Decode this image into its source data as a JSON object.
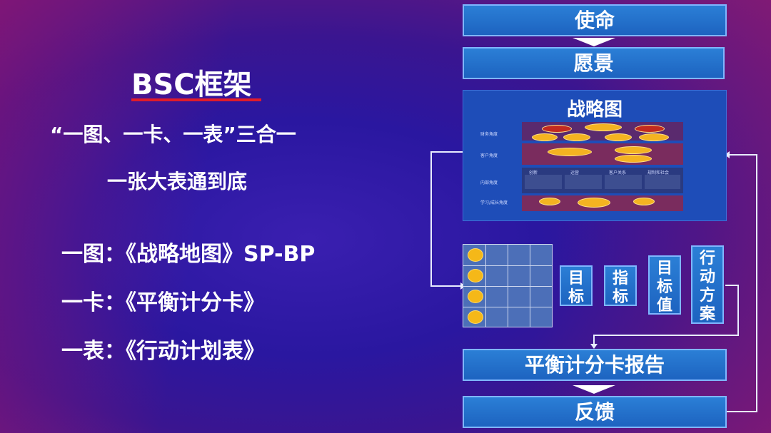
{
  "left": {
    "title": "BSC框架",
    "line1": "“一图、一卡、一表”三合一",
    "line2": "一张大表通到底",
    "items": [
      "一图：《战略地图》SP-BP",
      "一卡：《平衡计分卡》",
      "一表：《行动计划表》"
    ]
  },
  "flow": {
    "mission": "使命",
    "vision": "愿景",
    "strategy_map_title": "战略图",
    "strategy_rows": [
      "财务角度",
      "客户角度",
      "内部角度",
      "学习/成长角度"
    ],
    "strategy_cols": [
      "创新",
      "运营",
      "客户关系",
      "规制和社会"
    ],
    "scorecard_cols": [
      "目标",
      "指标",
      "目标值",
      "行动方案"
    ],
    "report": "平衡计分卡报告",
    "feedback": "反馈"
  },
  "colors": {
    "accent_red": "#e01c2a",
    "box_blue": "#1d63c0",
    "dot_yellow": "#f5b818"
  }
}
